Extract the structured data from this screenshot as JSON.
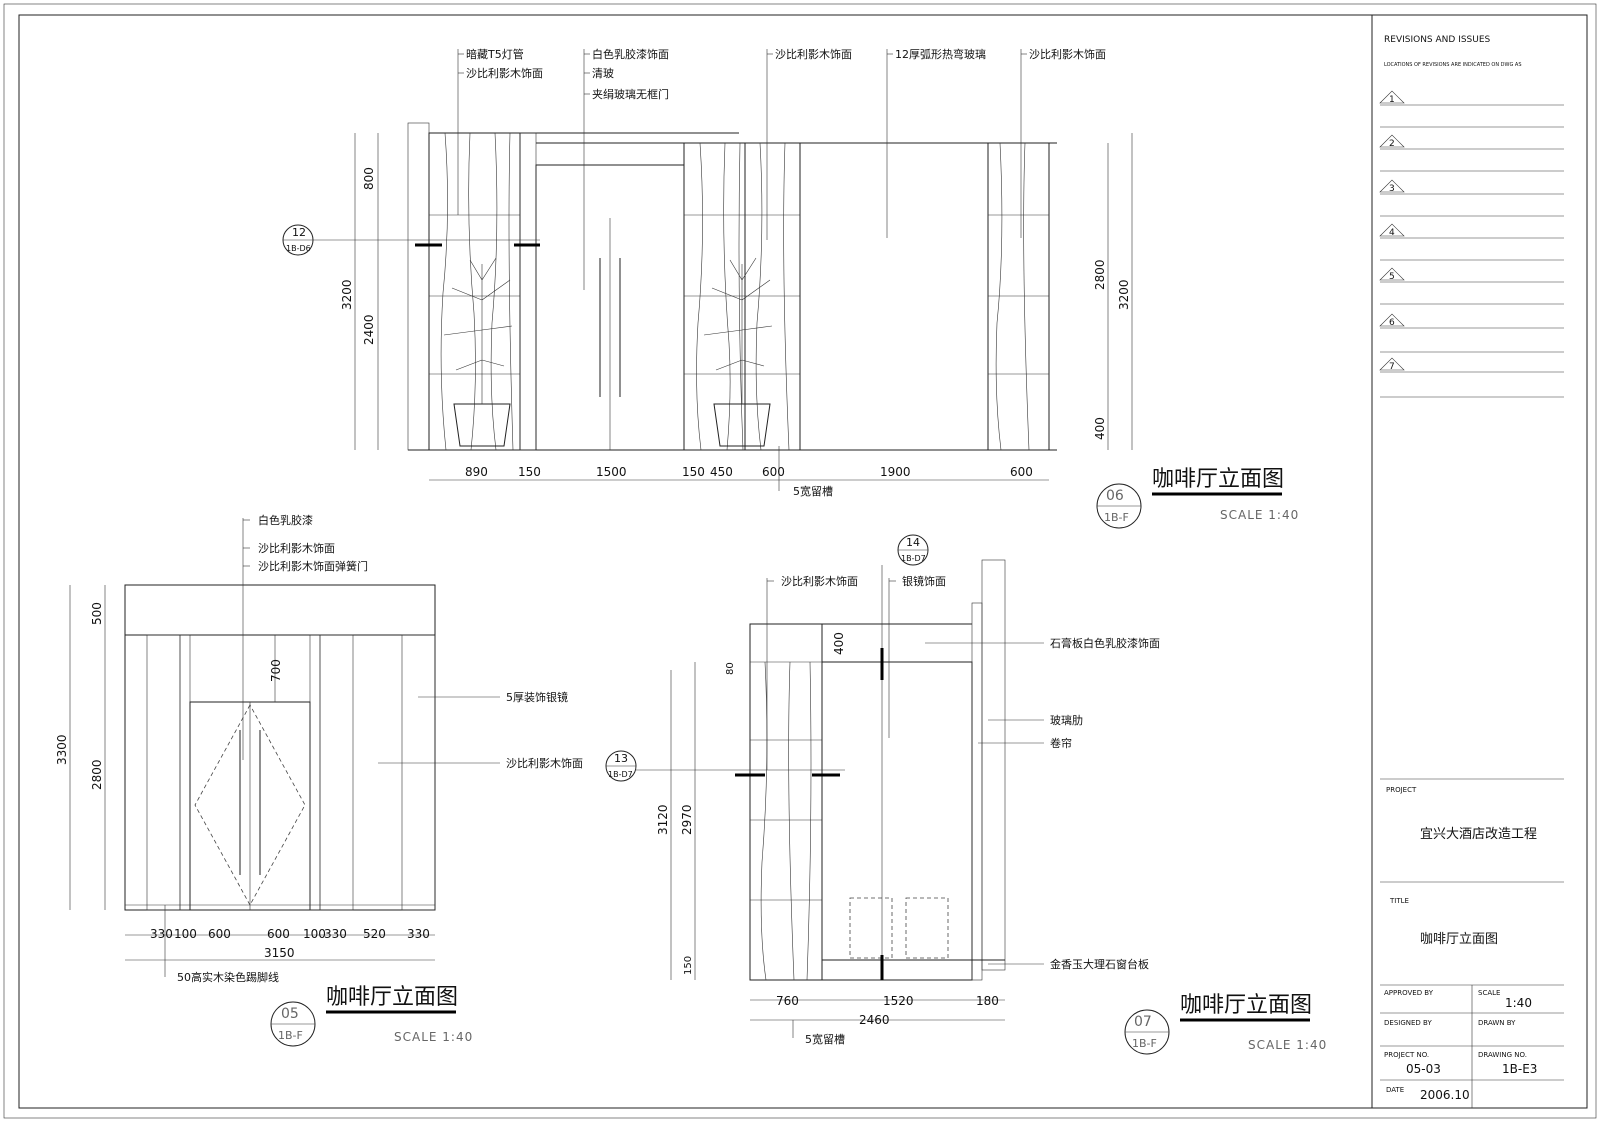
{
  "revisions": {
    "header": "REVISIONS AND ISSUES",
    "note": "LOCATIONS OF REVISIONS ARE INDICATED ON DWG AS",
    "items": [
      "1",
      "2",
      "3",
      "4",
      "5",
      "6",
      "7"
    ]
  },
  "title_block": {
    "project_label": "PROJECT",
    "project": "宜兴大酒店改造工程",
    "title_label": "TITLE",
    "title": "咖啡厅立面图",
    "approved_label": "APPROVED BY",
    "scale_label": "SCALE",
    "scale": "1:40",
    "designed_label": "DESIGNED BY",
    "drawn_label": "DRAWN BY",
    "project_no_label": "PROJECT NO.",
    "project_no": "05-03",
    "drawing_no_label": "DRAWING NO.",
    "drawing_no": "1B-E3",
    "date_label": "DATE",
    "date": "2006.10"
  },
  "elev06": {
    "title": "咖啡厅立面图",
    "scale": "SCALE   1:40",
    "num": "06",
    "ref": "1B-F",
    "labels": {
      "a1": "暗藏T5灯管",
      "a2": "沙比利影木饰面",
      "b1": "白色乳胶漆饰面",
      "b2": "清玻",
      "b3": "夹绢玻璃无框门",
      "c1": "沙比利影木饰面",
      "d1": "12厚弧形热弯玻璃",
      "e1": "沙比利影木饰面",
      "f1": "5宽留槽"
    },
    "bottom_dims": [
      "890",
      "150",
      "1500",
      "150",
      "450",
      "600",
      "1900",
      "600"
    ],
    "left_dims": [
      "800",
      "2400",
      "3200"
    ],
    "right_dims": [
      "2800",
      "400",
      "3200"
    ],
    "section_num": "12",
    "section_ref": "1B-D6"
  },
  "elev05": {
    "title": "咖啡厅立面图",
    "scale": "SCALE   1:40",
    "num": "05",
    "ref": "1B-F",
    "labels": {
      "a1": "白色乳胶漆",
      "a2": "沙比利影木饰面",
      "a3": "沙比利影木饰面弹簧门",
      "b1": "5厚装饰银镜",
      "c1": "沙比利影木饰面",
      "d1": "50高实木染色踢脚线"
    },
    "bottom_dims": [
      "330",
      "100",
      "600",
      "600",
      "100",
      "330",
      "520",
      "330"
    ],
    "total": "3150",
    "left_dims": [
      "500",
      "2800",
      "3300",
      "700"
    ]
  },
  "elev07": {
    "title": "咖啡厅立面图",
    "scale": "SCALE   1:40",
    "num": "07",
    "ref": "1B-F",
    "labels": {
      "a1": "沙比利影木饰面",
      "b1": "银镜饰面",
      "c1": "石膏板白色乳胶漆饰面",
      "d1": "玻璃肋",
      "d2": "卷帘",
      "e1": "金香玉大理石窗台板",
      "f1": "5宽留槽"
    },
    "bottom_dims": [
      "760",
      "1520",
      "180"
    ],
    "total": "2460",
    "left_dims": [
      "3120",
      "2970",
      "80",
      "150",
      "400"
    ],
    "sec14_num": "14",
    "sec14_ref": "1B-D7",
    "sec13_num": "13",
    "sec13_ref": "1B-D7"
  }
}
